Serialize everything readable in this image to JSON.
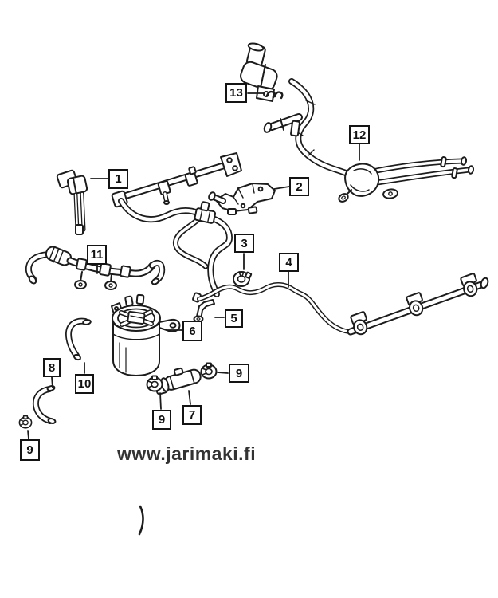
{
  "diagram": {
    "kind": "exploded-parts-line-diagram",
    "colors": {
      "background": "#ffffff",
      "line": "#1c1c1c"
    },
    "watermark": {
      "text": "www.jarimaki.fi",
      "color": "#333333"
    },
    "callouts": [
      {
        "name": "callout-1",
        "label": "1"
      },
      {
        "name": "callout-2",
        "label": "2"
      },
      {
        "name": "callout-3",
        "label": "3"
      },
      {
        "name": "callout-4",
        "label": "4"
      },
      {
        "name": "callout-5",
        "label": "5"
      },
      {
        "name": "callout-6",
        "label": "6"
      },
      {
        "name": "callout-7",
        "label": "7"
      },
      {
        "name": "callout-8",
        "label": "8"
      },
      {
        "name": "callout-9-bottom-left",
        "label": "9"
      },
      {
        "name": "callout-9-center",
        "label": "9"
      },
      {
        "name": "callout-9-right",
        "label": "9"
      },
      {
        "name": "callout-10",
        "label": "10"
      },
      {
        "name": "callout-11",
        "label": "11"
      },
      {
        "name": "callout-12",
        "label": "12"
      },
      {
        "name": "callout-13",
        "label": "13"
      }
    ]
  }
}
